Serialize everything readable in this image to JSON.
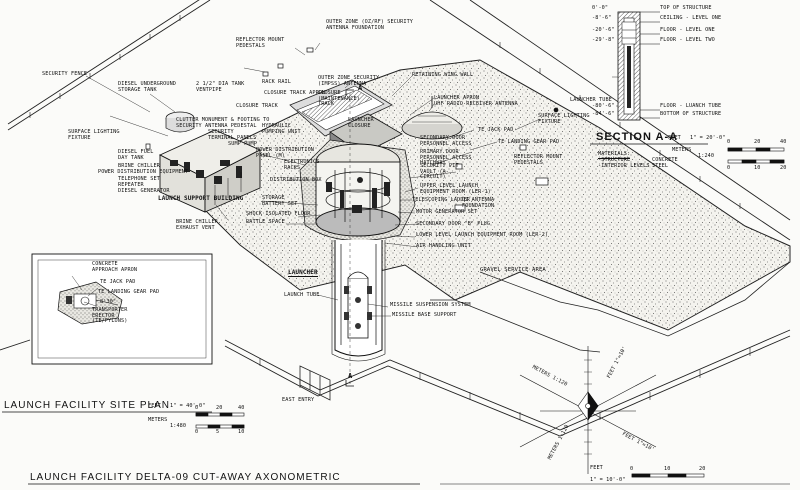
{
  "titles": {
    "main": "LAUNCH FACILITY DELTA-09 CUT-AWAY AXONOMETRIC",
    "site_plan": "LAUNCH FACILITY SITE PLAN",
    "section": "SECTION A-A",
    "launcher": "LAUNCHER",
    "support_building": "LAUNCH SUPPORT BUILDING"
  },
  "scales": {
    "site_plan": {
      "feet": "FEET",
      "ratio_ft": "1\" = 40'-0\"",
      "meters": "METERS",
      "ratio_m": "1:480",
      "ticks_ft": [
        "0",
        "20",
        "40"
      ],
      "ticks_m": [
        "0",
        "5",
        "10"
      ]
    },
    "section": {
      "feet": "FEET",
      "ratio_ft": "1\" = 20'-0\"",
      "meters": "METERS",
      "ratio_m": "1:240",
      "ticks_ft": [
        "0",
        "20",
        "40"
      ],
      "ticks_m": [
        "0",
        "10",
        "20"
      ]
    },
    "main": {
      "feet": "FEET",
      "ratio_ft": "1\" = 10'-0\"",
      "ticks_ft": [
        "0",
        "10",
        "20"
      ]
    }
  },
  "section": {
    "elevations": [
      {
        "v": "0'-0\"",
        "t": "TOP OF STRUCTURE"
      },
      {
        "v": "-8'-6\"",
        "t": "CEILING - LEVEL ONE"
      },
      {
        "v": "-20'-6\"",
        "t": "FLOOR - LEVEL ONE"
      },
      {
        "v": "-29'-8\"",
        "t": "FLOOR - LEVEL TWO"
      },
      {
        "v": "-80'-6\"",
        "t": "FLOOR - LUANCH TUBE"
      },
      {
        "v": "-84'-6\"",
        "t": "BOTTOM OF STRUCTURE"
      }
    ],
    "launcher_tube": "LAUNCHER TUBE",
    "materials": "MATERIALS:",
    "m1a": "-STRUCTURE",
    "m1b": "CONCRETE",
    "m2a": "-INTERIOR LEVELS",
    "m2b": "STEEL"
  },
  "labels": {
    "security_fence": "SECURITY FENCE",
    "outer_zone_antenna": "OUTER ZONE (OZ/RF) SECURITY ANTENNA FOUNDATION",
    "reflector_mount": "REFLECTOR MOUNT PEDESTALS",
    "diesel_tank": "DIESEL UNDERGROUND STORAGE TANK",
    "vent_pipe": "2 1/2\" DIA TANK VENTPIPE",
    "rack_rail": "RACK RAIL",
    "outer_zone_impss": "OUTER ZONE SECURITY (IMPSS) ANTENNA",
    "retaining_wall": "RETAINING WING WALL",
    "closure_track_apron": "CLOSURE TRACK APRON",
    "closure_track_maint": "CLOSURE (MAINTENANCE) TRACK",
    "launcher_apron": "LAUNCHER APRON",
    "uhf": "UHF RADIO RECEIVER ANTENNA",
    "closure_track": "CLOSURE TRACK",
    "launcher_closure": "LAUNCHER CLOSURE",
    "surface_lighting_r": "SURFACE LIGHTING FIXTURE",
    "surface_lighting_l": "SURFACE LIGHTING FIXTURE",
    "clutter_monument": "CLUTTER MONUMENT & FOOTING TO SECURITY ANTENNA PEDESTAL",
    "security_terminal": "SECURITY TERMINAL PANELS",
    "hydraulic_pumping": "HYDRAULIC PUMPING UNIT",
    "sump_pump": "SUMP PUMP",
    "power_distribution": "POWER DISTRIBUTION PANEL (M)",
    "secondary_door": "SECONDARY DOOR PERSONNEL ACCESS",
    "te_jack_pad": "TE JACK PAD",
    "primary_door": "PRIMARY DOOR PERSONNEL ACCESS HATCHWAY",
    "security_pit_vault": "SECURITY PIT VAULT (A-CIRCUIT)",
    "te_landing_gear": "TE LANDING GEAR PAD",
    "reflector_right": "REFLECTOR MOUNT PEDESTALS",
    "electronics_racks": "ELECTRONICS RACKS",
    "distribution_box": "DISTRIBUTION BOX",
    "diesel_fuel": "DIESEL FUEL DAY TANK",
    "brine_chiller": "BRINE CHILLER",
    "power_dist_equip": "POWER DISTRIBUTION EQUIPMENT",
    "telephone_set": "TELEPHONE SET REPEATER",
    "diesel_generator": "DIESEL GENERATOR",
    "storage_battery": "STORAGE BATTERY SET",
    "upper_ler": "UPPER LEVEL LAUNCH EQUIPMENT ROOM (LER-1)",
    "telescoping_ladder": "TELESCOPING LADDER",
    "oz_antenna": "OZ ANTENNA FOUNDATION",
    "shock_floor": "SHOCK ISOLATED FLOOR",
    "rattle_space": "RATTLE SPACE",
    "motor_gen": "MOTOR GENERATOR SET",
    "brine_exhaust": "BRINE CHILLER EXHAUST VENT",
    "secondary_door_plug": "SECONDARY DOOR \"B\" PLUG",
    "lower_ler": "LOWER LEVEL LAUNCH EQUIPMENT ROOM (LER-2)",
    "air_handling": "AIR HANDLING UNIT",
    "gravel": "GRAVEL SERVICE AREA",
    "launch_tube": "LAUNCH TUBE",
    "missile_suspension": "MISSILE SUSPENSION SYSTEM",
    "missile_base": "MISSILE BASE SUPPORT",
    "east_entry": "EAST ENTRY",
    "section_a_top": "A",
    "section_a_bottom": "A"
  },
  "site_plan_labels": {
    "concrete_apron": "CONCRETE APPROACH APRON",
    "te_jack": "TE JACK PAD",
    "te_landing": "TE LANDING GEAR PAD",
    "dim": "8'30\"",
    "transporter": "TRANSPORTER ERECTOR (TE/PYLONS)"
  },
  "compass": {
    "n1": "METERS 1:120",
    "n2": "FEET 1\"=10'",
    "s1": "METERS 1:120",
    "s2": "FEET 1\"=10'"
  }
}
